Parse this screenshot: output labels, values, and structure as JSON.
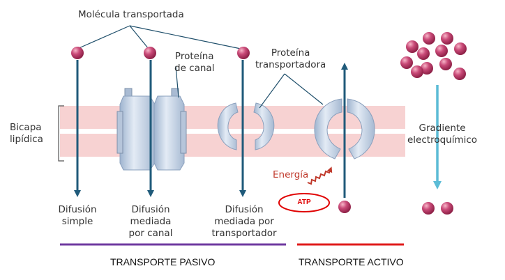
{
  "labels": {
    "transported_molecule": "Molécula transportada",
    "channel_protein": "Proteína\nde canal",
    "carrier_protein": "Proteína\ntransportadora",
    "lipid_bilayer": "Bicapa\nlipídica",
    "gradient": "Gradiente\nelectroquímico",
    "energy": "Energía",
    "atp": "ATP",
    "simple_diffusion": "Difusión\nsimple",
    "channel_diffusion": "Difusión\nmediada\npor canal",
    "carrier_diffusion": "Difusión\nmediada por\ntransportador",
    "passive_transport": "TRANSPORTE PASIVO",
    "active_transport": "TRANSPORTE ACTIVO"
  },
  "colors": {
    "membrane": "#f7d2d2",
    "arrow_dark": "#1f5a7a",
    "gradient_arrow": "#5bbcd6",
    "molecule": "#b73463",
    "passive_line": "#6f3aa0",
    "active_line": "#e01b1b",
    "protein": "#c9d6e6"
  }
}
